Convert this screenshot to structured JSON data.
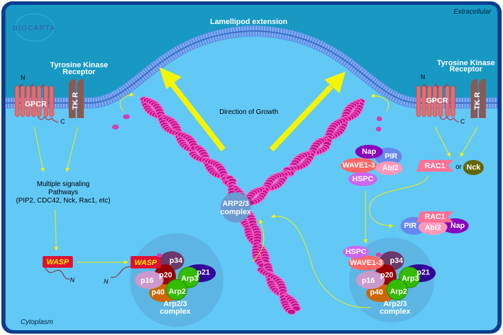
{
  "title": "Lamellipod extension",
  "regions": {
    "extracellular": "Extracellular",
    "cytoplasm": "Cytoplasm"
  },
  "logo": "BIOCARTA",
  "direction_label": "Direction of Growth",
  "left": {
    "tkr_caption": [
      "Tyrosine Kinase",
      "Receptor"
    ],
    "gpcr": "GPCR",
    "tkr": "TK R",
    "n": "N",
    "c": "C",
    "pathways": [
      "Multiple signaling",
      "Pathways",
      "(PIP2, CDC42, Nck, Rac1, etc)"
    ],
    "wasp": "WASP",
    "wasp_n": "N",
    "complex": {
      "wasp": "WASP",
      "p34": "p34",
      "p21": "p21",
      "p20": "p20",
      "p16": "p16",
      "p40": "p40",
      "arp3": "Arp3",
      "arp2": "Arp2",
      "n": "N",
      "caption": [
        "Arp2/3",
        "complex"
      ]
    }
  },
  "center": {
    "arp_label": [
      "ARP2/3",
      "complex"
    ]
  },
  "right": {
    "tkr_caption": [
      "Tyrosine Kinase",
      "Receptor"
    ],
    "gpcr": "GPCR",
    "tkr": "TK R",
    "n": "N",
    "c": "C",
    "rac1": "RAC1",
    "or": "or",
    "nck": "Nck",
    "wave_complex": {
      "nap": "Nap",
      "pir": "PIR",
      "wave": "WAVE1-3",
      "abi2": "Abi2",
      "hspc": "HSPC"
    },
    "rac_complex": {
      "rac1": "RAC1",
      "pir": "PIR",
      "abi2": "Abi2",
      "nap": "Nap"
    },
    "complex": {
      "hspc": "HSPC",
      "wave": "WAVE1-3",
      "p34": "p34",
      "p21": "p21",
      "p20": "p20",
      "p16": "p16",
      "p40": "p40",
      "arp3": "Arp3",
      "arp2": "Arp2",
      "caption": [
        "Arp2/3",
        "complex"
      ]
    }
  },
  "colors": {
    "extracellular": "#1799c4",
    "cytoplasm": "#62c8f6",
    "membrane": "#5a8fe6",
    "actin": "#c0138c",
    "arrow": "#f5f500",
    "frame": "#0a3d8f"
  }
}
